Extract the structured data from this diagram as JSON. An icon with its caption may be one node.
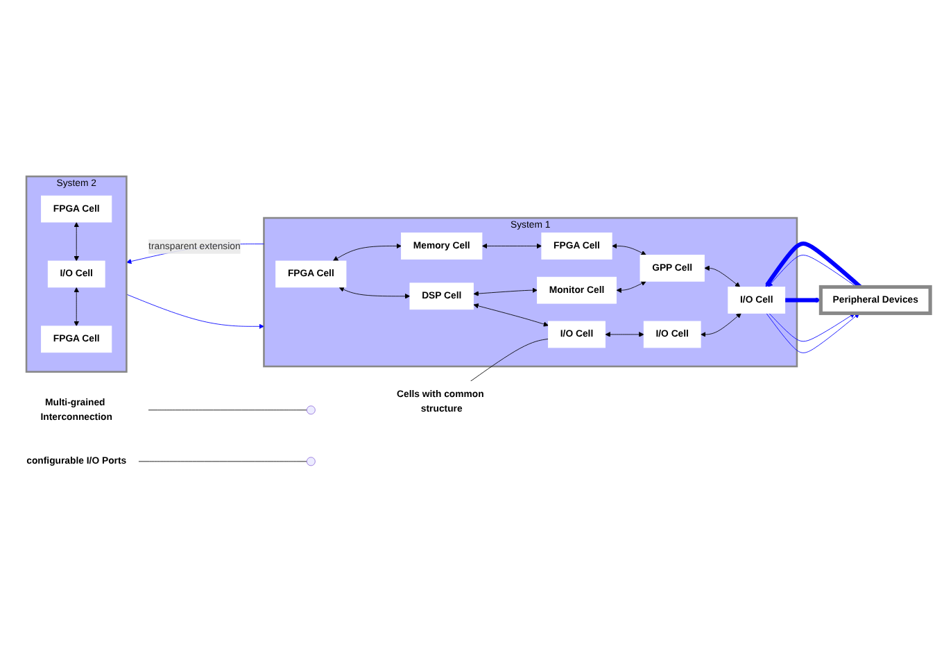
{
  "diagram": {
    "nodes": [
      {
        "text": [
          "System 1"
        ]
      },
      {
        "text": [
          "FPGA Cell"
        ],
        "in": 0
      },
      {
        "text": [
          "DSP Cell"
        ],
        "in": 0
      },
      {
        "text": [
          "I/O Cell"
        ],
        "in": 0
      },
      {
        "text": [
          "Memory Cell"
        ],
        "in": 0
      },
      {
        "text": [
          "Monitor Cell"
        ],
        "in": 0
      },
      {
        "text": [
          "I/O Cell"
        ],
        "in": 0
      },
      {
        "text": [
          "FPGA Cell"
        ],
        "in": 0
      },
      {
        "text": [
          "GPP Cell"
        ],
        "in": 0
      },
      {
        "text": [
          "I/O Cell"
        ],
        "in": 0
      },
      {
        "text": [
          "Cells with common structure"
        ]
      },
      {
        "text": [
          "System 2"
        ]
      },
      {
        "text": [
          "FPGA Cell"
        ],
        "in": 11
      },
      {
        "text": [
          "I/O Cell"
        ],
        "in": 11
      },
      {
        "text": [
          "FPGA Cell"
        ],
        "in": 11
      },
      {
        "text": [
          "Multi-grained Interconnection"
        ]
      },
      {
        "text": [
          "configurable I/O Ports"
        ]
      },
      {
        "text": [
          "Peripheral Devices"
        ]
      }
    ],
    "edges": [
      {
        "from": 1,
        "to": 2,
        "arrow": "both"
      },
      {
        "from": 2,
        "to": 3,
        "arrow": "both"
      },
      {
        "from": 1,
        "to": 4,
        "arrow": "both"
      },
      {
        "from": 2,
        "to": 5,
        "arrow": "both"
      },
      {
        "from": 3,
        "to": 6,
        "arrow": "both"
      },
      {
        "from": 4,
        "to": 7,
        "arrow": "both"
      },
      {
        "from": 5,
        "to": 8,
        "arrow": "both"
      },
      {
        "from": 6,
        "to": 9,
        "arrow": "both"
      },
      {
        "from": 7,
        "to": 8,
        "arrow": "both"
      },
      {
        "from": 8,
        "to": 9,
        "arrow": "both"
      },
      {
        "from": 12,
        "to": 13,
        "arrow": "both"
      },
      {
        "from": 13,
        "to": 14,
        "arrow": "both"
      },
      {
        "from": 0,
        "to": 11,
        "arrow": "to",
        "label": "transparent extension",
        "color": "#0000ff"
      },
      {
        "from": 11,
        "to": 0,
        "arrow": "to",
        "color": "#0000ff"
      },
      {
        "from": 10,
        "to": 3,
        "arrow": "none"
      },
      {
        "from": 15,
        "to": null,
        "arrow": "none"
      },
      {
        "from": 16,
        "to": null,
        "arrow": "none"
      },
      {
        "from": 17,
        "to": 9,
        "arrow": "to",
        "color": "#0000ff"
      },
      {
        "from": 9,
        "to": 17,
        "arrow": "to",
        "color": "#0000ff"
      },
      {
        "from": 9,
        "to": 17,
        "arrow": "to",
        "color": "#0000ff"
      },
      {
        "from": 9,
        "to": 17,
        "arrow": "to",
        "style": "thick",
        "color": "#0000ff"
      },
      {
        "from": 17,
        "to": 9,
        "arrow": "to",
        "style": "thick",
        "color": "#0000ff"
      }
    ]
  }
}
